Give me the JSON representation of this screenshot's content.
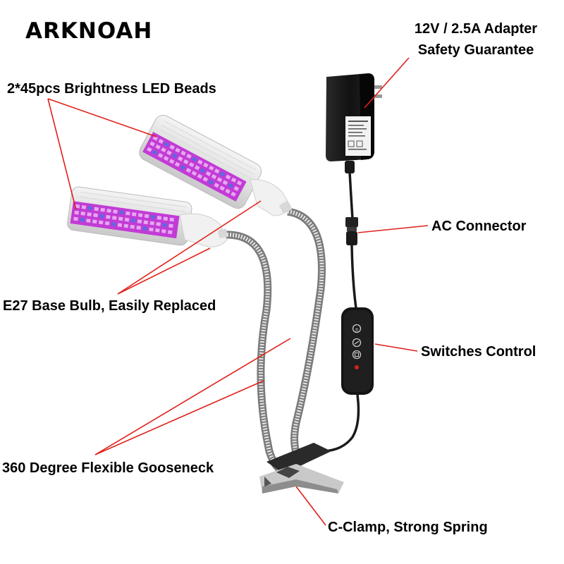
{
  "brand": "ARKNOAH",
  "callouts": {
    "adapter_line1": "12V / 2.5A Adapter",
    "adapter_line2": "Safety Guarantee",
    "led_beads": "2*45pcs Brightness LED Beads",
    "ac_connector": "AC Connector",
    "e27_base": "E27 Base Bulb, Easily Replaced",
    "switches": "Switches Control",
    "gooseneck": "360 Degree Flexible Gooseneck",
    "clamp": "C-Clamp, Strong Spring"
  },
  "colors": {
    "leader": "#e0201a",
    "led_purple": "#c23bd6",
    "led_blue": "#5a6be0",
    "adapter_body": "#1a1a1a",
    "metal": "#a8a8a8"
  }
}
